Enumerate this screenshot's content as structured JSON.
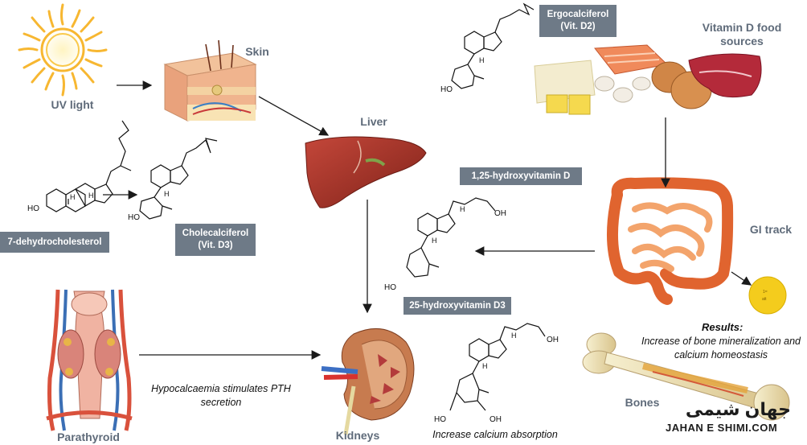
{
  "labels": {
    "uv_light": "UV light",
    "skin": "Skin",
    "liver": "Liver",
    "vitamin_d_food_sources": "Vitamin D food sources",
    "gi_track": "GI track",
    "parathyroid": "Parathyroid",
    "kidneys": "Kidneys",
    "bones": "Bones"
  },
  "boxes": {
    "ergocalciferol": [
      "Ergocalciferol",
      "(Vit. D2)"
    ],
    "cholecalciferol": [
      "Cholecalciferol",
      "(Vit. D3)"
    ],
    "dehydrocholesterol": "7-dehydrocholesterol",
    "hydroxyvitamin_1_25": "1,25-hydroxyvitamin D",
    "hydroxyvitamin_25": "25-hydroxyvitamin D3"
  },
  "captions": {
    "pth": "Hypocalcaemia stimulates PTH secretion",
    "calcium_absorption": "Increase calcium absorption",
    "results_title": "Results:",
    "results_text": "Increase of bone mineralization and calcium homeostasis"
  },
  "molecule_atoms": {
    "ho": "HO",
    "oh": "OH",
    "h": "H"
  },
  "watermark": {
    "arabic": "جهان شیمی",
    "latin": "JAHAN E SHIMI.COM"
  },
  "colors": {
    "label_gray": "#5f6b7a",
    "box_gray": "#6e7a87",
    "sun": "#f7b731",
    "liver": "#a3362c",
    "intestine": "#e8844a",
    "bone": "#efe3b8"
  }
}
